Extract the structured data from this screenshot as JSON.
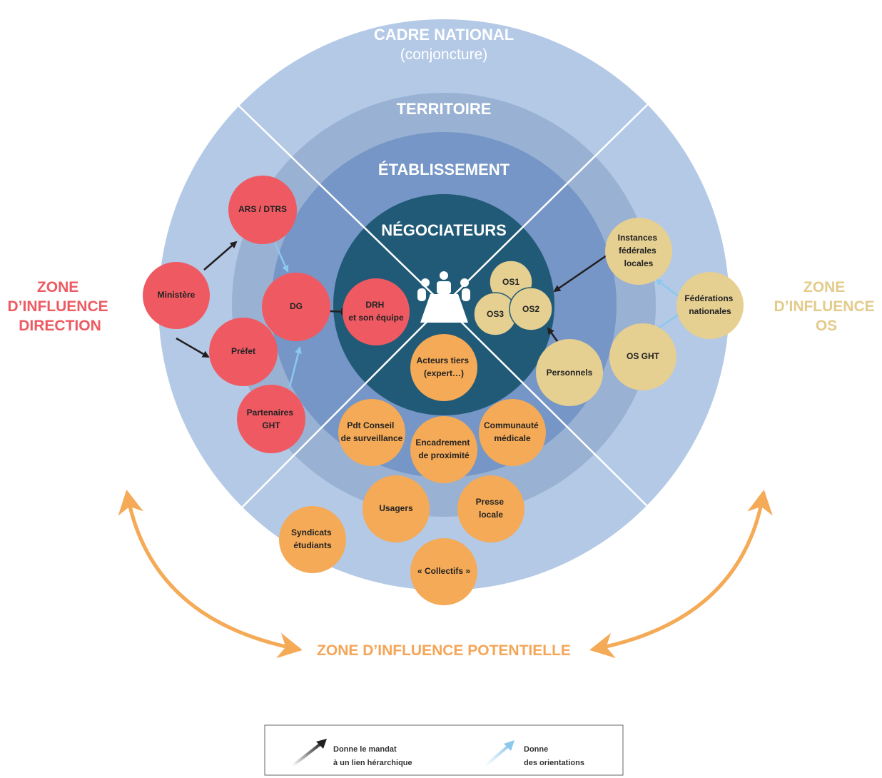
{
  "colors": {
    "ring_outer": "#b3c9e6",
    "ring_territoire": "#99b1d2",
    "ring_etablissement": "#7596c6",
    "ring_core": "#215a77",
    "direction": "#ef5a62",
    "os": "#e5cf91",
    "third": "#f5aa57",
    "arrow_mandate": "#231f20",
    "arrow_orientation": "#8cc8ec",
    "zone_direction_text": "#ee5a62",
    "zone_os_text": "#e3cb8a",
    "zone_potential_text": "#f5a557"
  },
  "rings": {
    "national_title": "CADRE NATIONAL",
    "national_sub": "(conjoncture)",
    "territoire": "TERRITOIRE",
    "etablissement": "ÉTABLISSEMENT",
    "negociateurs": "NÉGOCIATEURS"
  },
  "zones": {
    "direction": [
      "ZONE",
      "D’INFLUENCE",
      "DIRECTION"
    ],
    "os": [
      "ZONE",
      "D’INFLUENCE",
      "OS"
    ],
    "potentielle": "ZONE D’INFLUENCE POTENTIELLE"
  },
  "nodes": {
    "ars": [
      "ARS / DTRS"
    ],
    "ministere": [
      "Ministère"
    ],
    "dg": [
      "DG"
    ],
    "prefet": [
      "Préfet"
    ],
    "partenaires": [
      "Partenaires",
      "GHT"
    ],
    "drh": [
      "DRH",
      "et son équipe"
    ],
    "os1": [
      "OS1"
    ],
    "os2": [
      "OS2"
    ],
    "os3": [
      "OS3"
    ],
    "instances": [
      "Instances",
      "fédérales",
      "locales"
    ],
    "federations": [
      "Fédérations",
      "nationales"
    ],
    "osght": [
      "OS GHT"
    ],
    "personnels": [
      "Personnels"
    ],
    "acteurs": [
      "Acteurs tiers",
      "(expert…)"
    ],
    "pdt": [
      "Pdt Conseil",
      "de surveillance"
    ],
    "encadrement": [
      "Encadrement",
      "de proximité"
    ],
    "communaute": [
      "Communauté",
      "médicale"
    ],
    "usagers": [
      "Usagers"
    ],
    "presse": [
      "Presse",
      "locale"
    ],
    "syndicats": [
      "Syndicats",
      "étudiants"
    ],
    "collectifs": [
      "« Collectifs »"
    ]
  },
  "legend": {
    "mandate": [
      "Donne le mandat",
      "à un lien hérarchique"
    ],
    "orientation": [
      "Donne",
      "des orientations"
    ]
  }
}
